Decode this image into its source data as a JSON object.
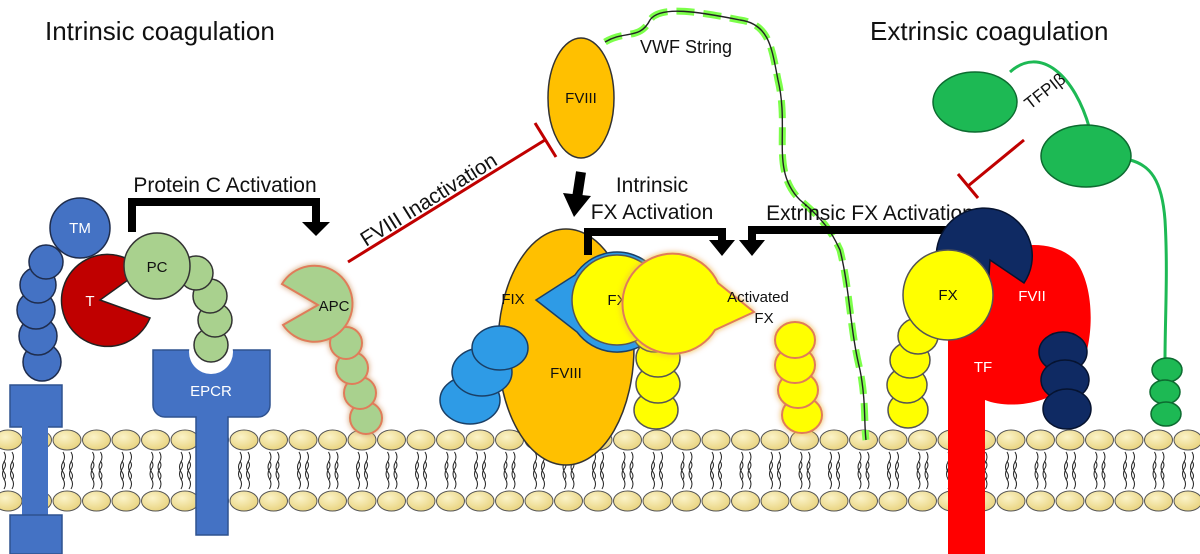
{
  "headings": {
    "intrinsic": "Intrinsic coagulation",
    "extrinsic": "Extrinsic coagulation"
  },
  "annotations": {
    "protein_c_activation": "Protein C Activation",
    "fviii_inactivation": "FVIII Inactivation",
    "intrinsic_fx_activation_line1": "Intrinsic",
    "intrinsic_fx_activation_line2": "FX Activation",
    "extrinsic_fx_activation": "Extrinsic FX Activation",
    "vwf_string": "VWF String",
    "tfpi_beta": "TFPIβ"
  },
  "molecules": {
    "tm": "TM",
    "t": "T",
    "pc": "PC",
    "epcr": "EPCR",
    "apc": "APC",
    "fviii_free": "FVIII",
    "fix": "FIX",
    "fx_intrinsic": "FX",
    "fviii_complex": "FVIII",
    "activated_fx_line1": "Activated",
    "activated_fx_line2": "FX",
    "fx_extrinsic": "FX",
    "fvii": "FVII",
    "tf": "TF"
  },
  "colors": {
    "tm_blue": "#4472c4",
    "thrombin_red": "#c00000",
    "pc_green": "#a9d18e",
    "fix_blue": "#2e9be6",
    "fviii_orange": "#ffc000",
    "fx_yellow": "#ffff00",
    "fvii_navy": "#0f2a63",
    "tf_red": "#ff0000",
    "tfpi_green": "#1db954",
    "vwf_green": "#7cff4a",
    "membrane_bead": "#f2e19a",
    "inhibition_red": "#c00000"
  }
}
